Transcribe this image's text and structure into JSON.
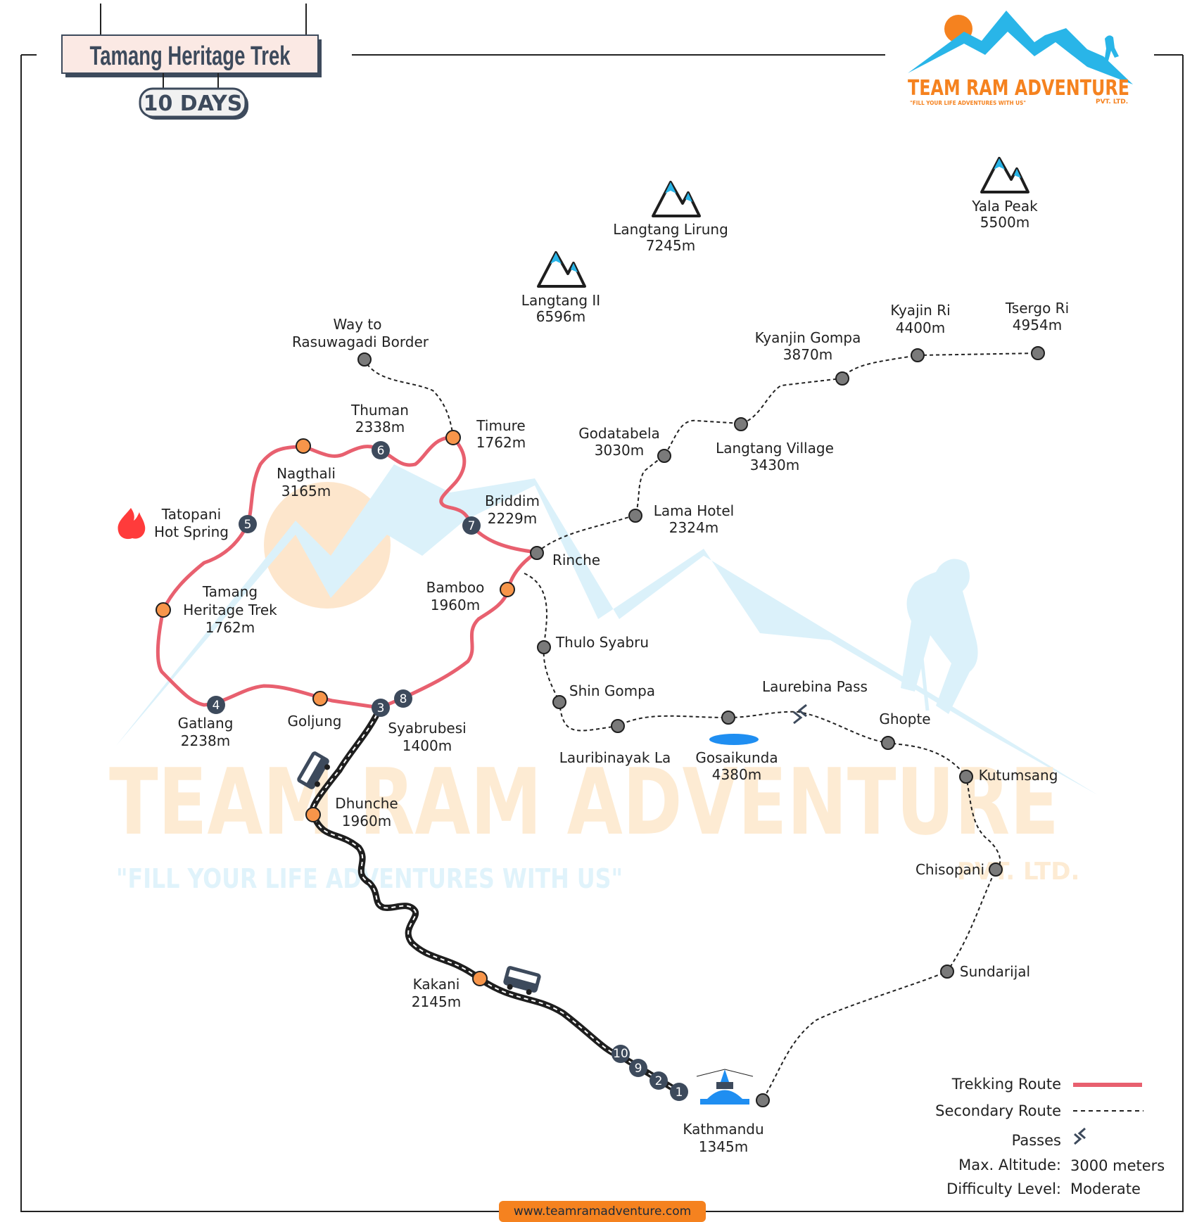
{
  "title": "Tamang Heritage Trek",
  "duration": "10 DAYS",
  "logo": {
    "name": "TEAM RAM ADVENTURE",
    "suffix": "PVT. LTD.",
    "tagline": "\"FILL YOUR LIFE ADVENTURES WITH US\""
  },
  "watermark": {
    "name": "TEAM RAM ADVENTURE",
    "suffix": "PVT. LTD.",
    "tagline": "\"FILL YOUR LIFE ADVENTURES WITH US\""
  },
  "website": "www.teamramadventure.com",
  "peaks": [
    {
      "name": "Langtang Lirung",
      "altitude": "7245m"
    },
    {
      "name": "Langtang II",
      "altitude": "6596m"
    },
    {
      "name": "Yala Peak",
      "altitude": "5500m"
    }
  ],
  "places": {
    "way_to_border": {
      "line1": "Way to",
      "line2": "Rasuwagadi Border"
    },
    "thuman": {
      "name": "Thuman",
      "altitude": "2338m"
    },
    "timure": {
      "name": "Timure",
      "altitude": "1762m"
    },
    "nagthali": {
      "name": "Nagthali",
      "altitude": "3165m"
    },
    "tatopani": {
      "line1": "Tatopani",
      "line2": "Hot Spring"
    },
    "briddim": {
      "name": "Briddim",
      "altitude": "2229m"
    },
    "rinche": {
      "name": "Rinche"
    },
    "bamboo": {
      "name": "Bamboo",
      "altitude": "1960m"
    },
    "tamang_heritage": {
      "line1": "Tamang",
      "line2": "Heritage Trek",
      "altitude": "1762m"
    },
    "gatlang": {
      "name": "Gatlang",
      "altitude": "2238m"
    },
    "goljung": {
      "name": "Goljung"
    },
    "syabrubesi": {
      "name": "Syabrubesi",
      "altitude": "1400m"
    },
    "dhunche": {
      "name": "Dhunche",
      "altitude": "1960m"
    },
    "kakani": {
      "name": "Kakani",
      "altitude": "2145m"
    },
    "kathmandu": {
      "name": "Kathmandu",
      "altitude": "1345m"
    },
    "godatabela": {
      "name": "Godatabela",
      "altitude": "3030m"
    },
    "langtang_village": {
      "name": "Langtang Village",
      "altitude": "3430m"
    },
    "kyanjin_gompa": {
      "name": "Kyanjin Gompa",
      "altitude": "3870m"
    },
    "kyajin_ri": {
      "name": "Kyajin Ri",
      "altitude": "4400m"
    },
    "tsergo_ri": {
      "name": "Tsergo Ri",
      "altitude": "4954m"
    },
    "lama_hotel": {
      "name": "Lama Hotel",
      "altitude": "2324m"
    },
    "thulo_syabru": {
      "name": "Thulo Syabru"
    },
    "shin_gompa": {
      "name": "Shin Gompa"
    },
    "lauribinayak_la": {
      "name": "Lauribinayak La"
    },
    "gosaikunda": {
      "name": "Gosaikunda",
      "altitude": "4380m"
    },
    "laurebina_pass": {
      "name": "Laurebina Pass"
    },
    "ghopte": {
      "name": "Ghopte"
    },
    "kutumsang": {
      "name": "Kutumsang"
    },
    "chisopani": {
      "name": "Chisopani"
    },
    "sundarijal": {
      "name": "Sundarijal"
    }
  },
  "day_markers": [
    "1",
    "2",
    "3",
    "4",
    "5",
    "6",
    "7",
    "8",
    "9",
    "10"
  ],
  "legend": {
    "trekking_route": "Trekking Route",
    "secondary_route": "Secondary Route",
    "passes": "Passes",
    "max_altitude_label": "Max. Altitude:",
    "max_altitude_value": "3000 meters",
    "difficulty_label": "Difficulty Level:",
    "difficulty_value": "Moderate"
  },
  "colors": {
    "trekking_route": "#e8606f",
    "road": "#1e1e1e",
    "orange_stop": "#f7954a",
    "grey_stop": "#7a7a7a",
    "day_marker": "#3d4a5c",
    "brand_orange": "#f5821f",
    "brand_blue": "#29b5e8",
    "lake": "#1f8ef1"
  }
}
